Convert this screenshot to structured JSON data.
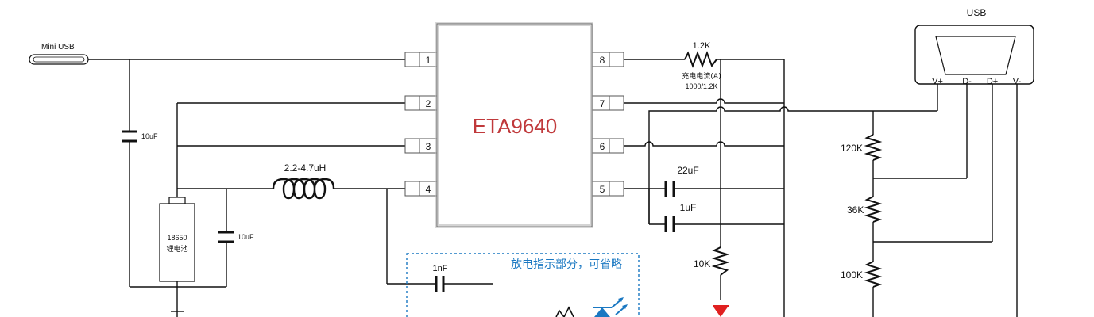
{
  "ic": {
    "label": "ETA9640",
    "color": "#c0393b",
    "pins": [
      "1",
      "2",
      "3",
      "4",
      "5",
      "6",
      "7",
      "8"
    ]
  },
  "connectors": {
    "mini_usb": "Mini USB",
    "usb": "USB",
    "usb_pins": [
      "V+",
      "D-",
      "D+",
      "V-"
    ]
  },
  "battery": {
    "model": "18650",
    "type": "锂电池"
  },
  "components": {
    "c_input": "10uF",
    "c_batt": "10uF",
    "inductor": "2.2-4.7uH",
    "r_set": "1.2K",
    "charge_current": "充电电流(A)",
    "charge_formula": "1000/1.2K",
    "c_22": "22uF",
    "c_1": "1uF",
    "r_10k": "10K",
    "r_120k": "120K",
    "r_36k": "36K",
    "r_100k": "100K",
    "c_1n": "1nF"
  },
  "discharge_box": {
    "label": "放电指示部分，可省略",
    "color": "#1a78c2"
  },
  "accent": {
    "led_red": "#e02020",
    "led_blue": "#1a78c2"
  }
}
